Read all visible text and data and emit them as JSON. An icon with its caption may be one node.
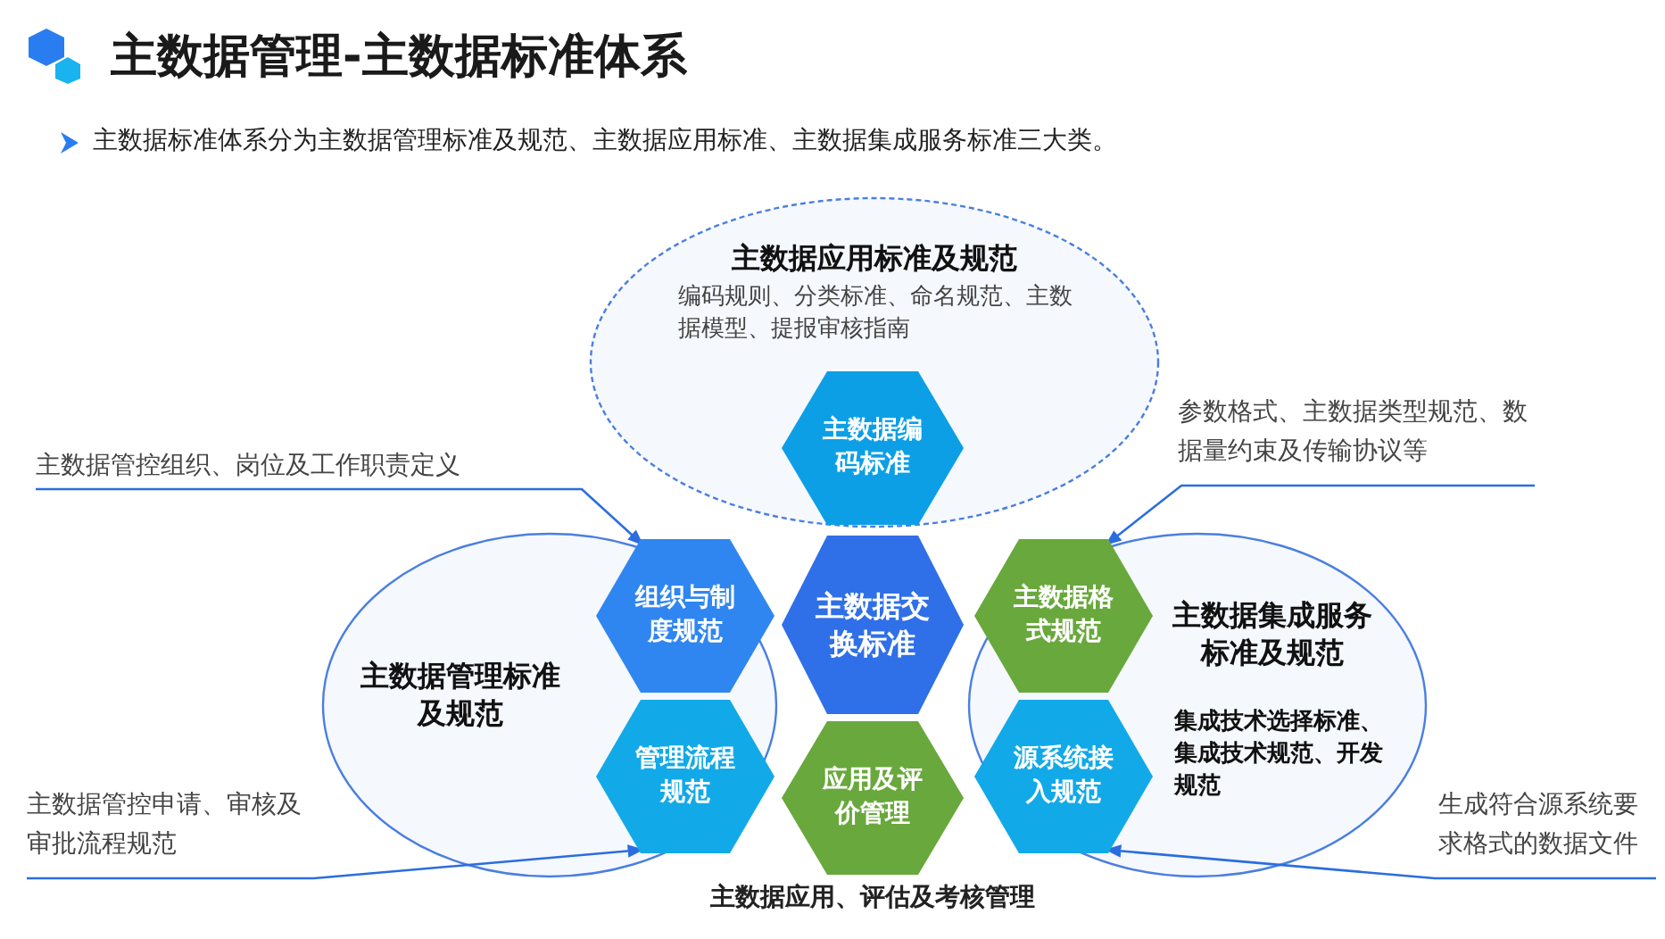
{
  "diagram": {
    "title": "主数据管理-主数据标准体系",
    "nodes": [
      {
        "text": [
          "主数据应用标准及规范",
          "编码规则、分类标准、命名规范、主数据模型、提报审核指南"
        ]
      },
      {
        "text": [
          "主数据管理标准及规范"
        ]
      },
      {
        "text": [
          "主数据集成服务标准及规范",
          "集成技术选择标准、集成技术规范、开发规范"
        ]
      },
      {
        "text": [
          "主数据编码标准"
        ],
        "in": 0
      },
      {
        "text": [
          "组织与制度规范"
        ],
        "in": 1
      },
      {
        "text": [
          "主数据格式规范"
        ],
        "in": 2
      },
      {
        "text": [
          "主数据交换标准"
        ]
      },
      {
        "text": [
          "管理流程规范"
        ],
        "in": 1
      },
      {
        "text": [
          "源系统接入规范"
        ],
        "in": 2
      },
      {
        "text": [
          "应用及评价管理"
        ],
        "beside": [
          "主数据应用、评估及考核管理"
        ]
      },
      {
        "text": [
          "主数据管控组织、岗位及工作职责定义"
        ]
      },
      {
        "text": [
          "参数格式、主数据类型规范、数据量约束及传输协议等"
        ]
      },
      {
        "text": [
          "主数据管控申请、审核及审批流程规范"
        ]
      },
      {
        "text": [
          "生成符合源系统要求格式的数据文件"
        ]
      }
    ],
    "edges": [
      {
        "from": 10,
        "to": 4,
        "arrow": "to"
      },
      {
        "from": 11,
        "to": 5,
        "arrow": "to"
      },
      {
        "from": 12,
        "to": 7,
        "arrow": "to"
      },
      {
        "from": 13,
        "to": 8,
        "arrow": "to"
      }
    ],
    "labels": [
      "主数据标准体系分为主数据管理标准及规范、主数据应用标准、主数据集成服务标准三大类。"
    ]
  }
}
